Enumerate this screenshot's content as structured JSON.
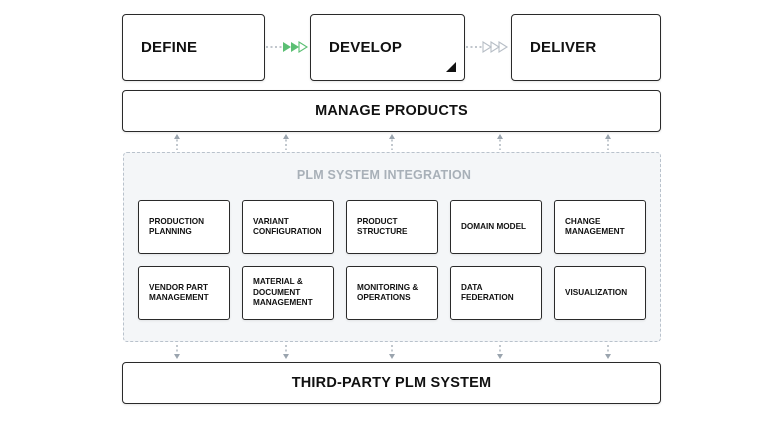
{
  "phases": {
    "define": "DEFINE",
    "develop": "DEVELOP",
    "deliver": "DELIVER"
  },
  "manage_products": "MANAGE PRODUCTS",
  "integration": {
    "title": "PLM SYSTEM INTEGRATION",
    "modules": [
      "PRODUCTION\nPLANNING",
      "VARIANT\nCONFIGURATION",
      "PRODUCT\nSTRUCTURE",
      "DOMAIN MODEL",
      "CHANGE\nMANAGEMENT",
      "VENDOR PART\nMANAGEMENT",
      "MATERIAL &\nDOCUMENT\nMANAGEMENT",
      "MONITORING &\nOPERATIONS",
      "DATA\nFEDERATION",
      "VISUALIZATION"
    ]
  },
  "third_party": "THIRD-PARTY PLM SYSTEM",
  "colors": {
    "border": "#2a2a2a",
    "connector": "#9aa4ae",
    "arrow_active": "#5bbf73",
    "arrow_muted": "#b7bec6",
    "integration_bg": "#f4f6f8",
    "integration_border": "#b9c2cc",
    "integration_title": "#a8b0b8"
  }
}
